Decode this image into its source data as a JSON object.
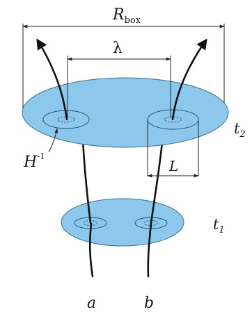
{
  "labels": {
    "box_size": "R",
    "box_size_subscript": "box",
    "separation": "λ",
    "tube_width": "L",
    "hubble_radius": "H",
    "hubble_exponent": "-1",
    "time_later": "t",
    "time_later_subscript": "2",
    "time_earlier": "t",
    "time_earlier_subscript": "1",
    "point_a": "a",
    "point_b": "b"
  },
  "colors": {
    "disk_fill": "#8cc8ec",
    "disk_stroke": "#3a6f96",
    "line": "#111111"
  }
}
